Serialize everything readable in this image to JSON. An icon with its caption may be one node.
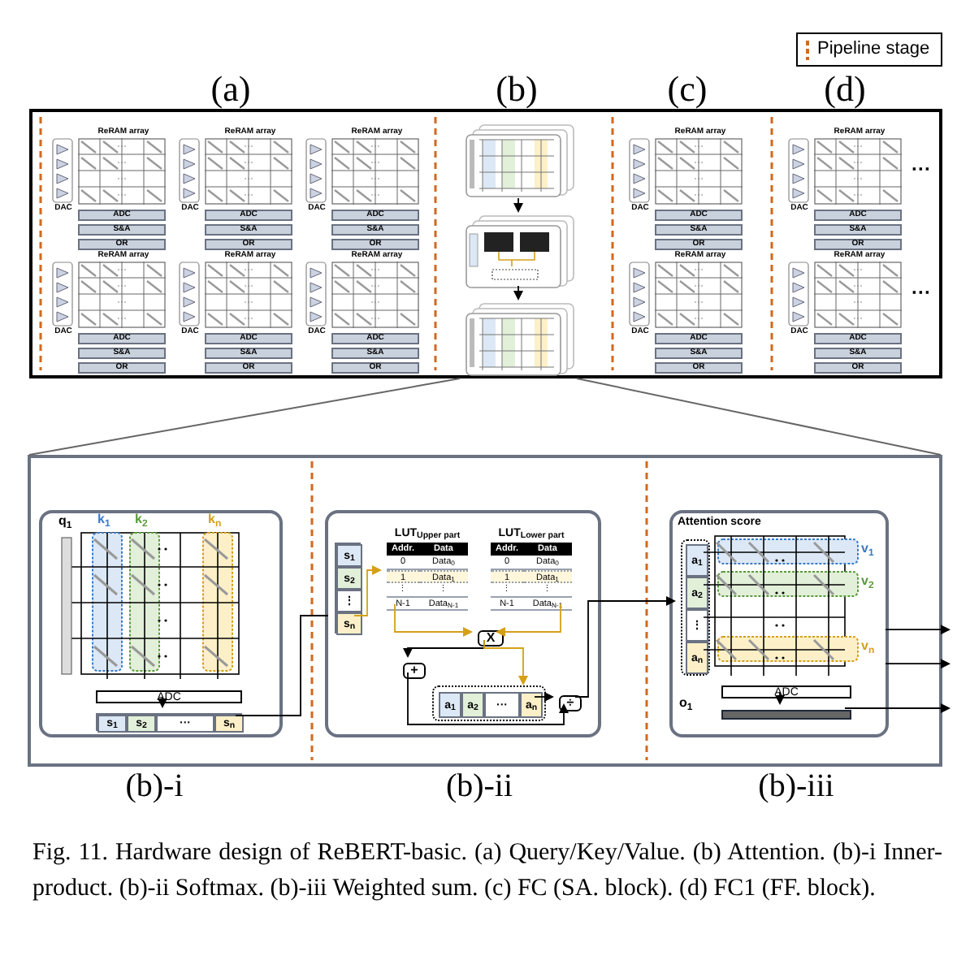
{
  "diagram": {
    "caption": "Fig. 11. Hardware design of ReBERT-basic. (a) Query/Key/Value. (b) Attention. (b)-i Inner-product. (b)-ii Softmax. (b)-iii Weighted sum. (c) FC (SA. block). (d) FC1 (FF. block).",
    "nodes": [
      {
        "text": [],
        "shape": "box"
      },
      {
        "text": [
          "ReRAM array",
          "DAC",
          "ADC",
          "S&A",
          "OR"
        ],
        "in": 0
      },
      {
        "text": [
          "ReRAM array",
          "DAC",
          "ADC",
          "S&A",
          "OR"
        ],
        "in": 0
      },
      {
        "text": [
          "ReRAM array",
          "DAC",
          "ADC",
          "S&A",
          "OR"
        ],
        "in": 0
      },
      {
        "text": [
          "ReRAM array",
          "DAC",
          "ADC",
          "S&A",
          "OR"
        ],
        "in": 0
      },
      {
        "text": [
          "ReRAM array",
          "DAC",
          "ADC",
          "S&A",
          "OR"
        ],
        "in": 0
      },
      {
        "text": [
          "ReRAM array",
          "DAC",
          "ADC",
          "S&A",
          "OR"
        ],
        "in": 0
      },
      {
        "text": [
          "ReRAM array",
          "DAC",
          "ADC",
          "S&A",
          "OR"
        ],
        "in": 0
      },
      {
        "text": [
          "ReRAM array",
          "DAC",
          "ADC",
          "S&A",
          "OR"
        ],
        "in": 0
      },
      {
        "text": [
          "ReRAM array",
          "DAC",
          "ADC",
          "S&A",
          "OR"
        ],
        "in": 0,
        "beside": [
          "···"
        ]
      },
      {
        "text": [
          "ReRAM array",
          "DAC",
          "ADC",
          "S&A",
          "OR"
        ],
        "in": 0,
        "beside": [
          "···"
        ]
      },
      {
        "text": [],
        "shape": "picture",
        "in": 0
      },
      {
        "text": [],
        "shape": "picture",
        "in": 0
      },
      {
        "text": [],
        "shape": "picture",
        "in": 0
      },
      {
        "text": [],
        "shape": "box"
      },
      {
        "text": [],
        "shape": "box",
        "in": 14
      },
      {
        "text": [
          "ADC"
        ],
        "in": 15
      },
      {
        "text": [],
        "shape": "box",
        "in": 15
      },
      {
        "text": [
          "s$_{1}$"
        ],
        "in": 17
      },
      {
        "text": [
          "s$_{2}$"
        ],
        "in": 17
      },
      {
        "text": [
          "···"
        ],
        "in": 17
      },
      {
        "text": [
          "s$_{n}$"
        ],
        "in": 17
      },
      {
        "text": [],
        "shape": "box",
        "in": 14
      },
      {
        "text": [],
        "shape": "box",
        "in": 22
      },
      {
        "text": [
          "s$_{1}$"
        ],
        "in": 23
      },
      {
        "text": [
          "s$_{2}$"
        ],
        "in": 23
      },
      {
        "text": [
          "⋮"
        ],
        "in": 23
      },
      {
        "text": [
          "s$_{n}$"
        ],
        "in": 23
      },
      {
        "text": [
          "LUT$_{Upper part}$",
          "Addr.",
          "Data",
          "0",
          "Data$_{0}$",
          "1",
          "Data$_{1}$",
          "⋮",
          "⋮",
          "N-1",
          "Data$_{N-1}$"
        ],
        "in": 22
      },
      {
        "text": [
          "LUT$_{Lower part}$",
          "Addr.",
          "Data",
          "0",
          "Data$_{0}$",
          "1",
          "Data$_{1}$",
          "⋮",
          "⋮",
          "N-1",
          "Data$_{N-1}$"
        ],
        "in": 22
      },
      {
        "text": [
          "X"
        ],
        "in": 22
      },
      {
        "text": [
          "+"
        ],
        "in": 22
      },
      {
        "text": [],
        "shape": "box",
        "in": 22
      },
      {
        "text": [
          "a$_{1}$"
        ],
        "in": 32
      },
      {
        "text": [
          "a$_{2}$"
        ],
        "in": 32
      },
      {
        "text": [
          "···"
        ],
        "in": 32
      },
      {
        "text": [
          "a$_{n}$"
        ],
        "in": 32
      },
      {
        "text": [
          "÷"
        ],
        "in": 22
      },
      {
        "text": [
          "Attention score"
        ],
        "in": 14
      },
      {
        "text": [],
        "shape": "box",
        "in": 38
      },
      {
        "text": [
          "a$_{1}$"
        ],
        "in": 39
      },
      {
        "text": [
          "a$_{2}$"
        ],
        "in": 39
      },
      {
        "text": [
          "⋮"
        ],
        "in": 39
      },
      {
        "text": [
          "a$_{n}$"
        ],
        "in": 39
      },
      {
        "text": [
          "ADC"
        ],
        "in": 38
      },
      {
        "text": [],
        "shape": "bar",
        "in": 38
      }
    ],
    "edges": [
      {
        "from": 11,
        "to": 12,
        "arrow": "to"
      },
      {
        "from": 12,
        "to": 13,
        "arrow": "to"
      },
      {
        "from": 16,
        "to": 17,
        "arrow": "to"
      },
      {
        "from": 21,
        "to": 27,
        "arrow": "none"
      },
      {
        "from": 27,
        "to": 28,
        "arrow": "to",
        "color": "#d4a017"
      },
      {
        "from": 28,
        "to": 30,
        "arrow": "to",
        "color": "#d4a017"
      },
      {
        "from": 29,
        "to": 30,
        "arrow": "to",
        "color": "#d4a017"
      },
      {
        "from": 30,
        "to": 31,
        "arrow": "to"
      },
      {
        "from": 30,
        "to": 36,
        "arrow": "to",
        "color": "#d4a017"
      },
      {
        "from": 36,
        "to": 37,
        "arrow": "to"
      },
      {
        "from": 31,
        "to": 37,
        "arrow": "to"
      },
      {
        "from": 37,
        "to": 39,
        "arrow": "to"
      },
      {
        "from": 44,
        "to": 45,
        "arrow": "to"
      },
      {
        "from": 45,
        "to": null,
        "arrow": "to"
      },
      {
        "from": 38,
        "to": null,
        "arrow": "to"
      },
      {
        "from": 38,
        "to": null,
        "arrow": "to"
      }
    ],
    "labels": [
      "(a)",
      "(b)",
      "(c)",
      "(d)",
      "q$_{1}$",
      "k$_{1}$",
      "k$_{2}$",
      "k$_{n}$",
      "v$_{1}$",
      "v$_{2}$",
      "v$_{n}$",
      "o$_{1}$",
      "(b)-i",
      "(b)-ii",
      "(b)-iii"
    ],
    "legend": [
      {
        "text": "Pipeline stage"
      }
    ]
  }
}
